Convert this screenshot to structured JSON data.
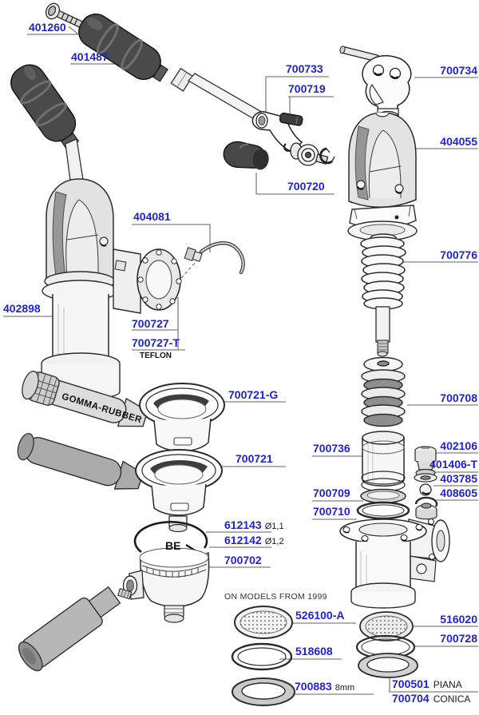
{
  "palette": {
    "label_blue": "#2222cc",
    "leader_gray": "#808080",
    "ink": "#2b2b2b"
  },
  "parts": {
    "p401260": {
      "code": "401260"
    },
    "p401487": {
      "code": "401487"
    },
    "p700733": {
      "code": "700733"
    },
    "p700719": {
      "code": "700719"
    },
    "p700734": {
      "code": "700734"
    },
    "p404055": {
      "code": "404055"
    },
    "p700720": {
      "code": "700720"
    },
    "p404081": {
      "code": "404081"
    },
    "p700776": {
      "code": "700776"
    },
    "p402898": {
      "code": "402898"
    },
    "p700727": {
      "code": "700727"
    },
    "p700727T": {
      "code": "700727-T",
      "note": "TEFLON"
    },
    "p700721G": {
      "code": "700721-G"
    },
    "p700708": {
      "code": "700708"
    },
    "p700736": {
      "code": "700736"
    },
    "p402106": {
      "code": "402106"
    },
    "p401406T": {
      "code": "401406-T"
    },
    "p403785": {
      "code": "403785"
    },
    "p700721": {
      "code": "700721"
    },
    "p700709": {
      "code": "700709"
    },
    "p408605": {
      "code": "408605"
    },
    "p700710": {
      "code": "700710"
    },
    "p612143": {
      "code": "612143",
      "size": "Ø1,1"
    },
    "p612142": {
      "code": "612142",
      "size": "Ø1,2"
    },
    "p700702": {
      "code": "700702"
    },
    "p526100A": {
      "code": "526100-A"
    },
    "p516020": {
      "code": "516020"
    },
    "p518608": {
      "code": "518608"
    },
    "p700728": {
      "code": "700728"
    },
    "p700883": {
      "code": "700883",
      "size": "8mm"
    },
    "p700501": {
      "code": "700501",
      "variant": "PIANA"
    },
    "p700704": {
      "code": "700704",
      "variant": "CONICA"
    }
  },
  "annotations": {
    "models_note": "ON MODELS FROM 1999",
    "handle_marking": "GOMMA-RUBBER",
    "clip_marking": "BE"
  }
}
